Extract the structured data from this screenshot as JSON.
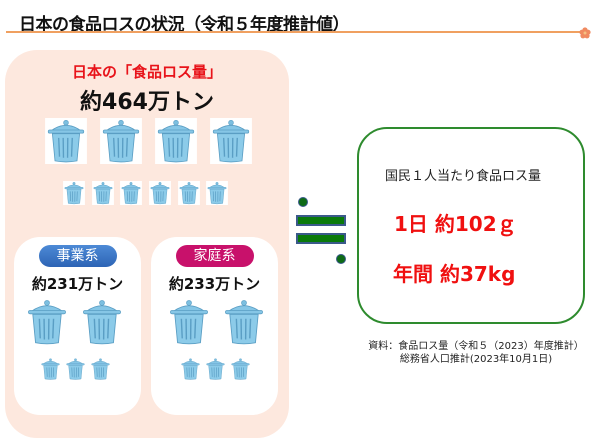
{
  "header": {
    "title": "日本の食品ロスの状況（令和５年度推計値）",
    "accent_color": "#f0a060"
  },
  "total": {
    "heading": "日本の「食品ロス量」",
    "amount": "約464万トン",
    "large_bins": 4,
    "small_bins": 6
  },
  "breakdown": [
    {
      "label": "事業系",
      "amount": "約231万トン",
      "pill_color": "#2d64b5",
      "large_bins": 2,
      "small_bins": 3
    },
    {
      "label": "家庭系",
      "amount": "約233万トン",
      "pill_color": "#c8116b",
      "large_bins": 2,
      "small_bins": 3
    }
  ],
  "per_capita": {
    "label": "国民１人当たり食品ロス量",
    "daily": "1日 約102ｇ",
    "yearly": "年間 約37kg",
    "value_color": "#f01010",
    "border_color": "#2e8b2e"
  },
  "source": {
    "line1": "資料：食品ロス量（令和５（2023）年度推計）",
    "line2": "総務省人口推計(2023年10月1日)"
  },
  "icons": {
    "bin": "trash-can-icon",
    "equals": "approximately-equal-icon",
    "flower": "flower-icon"
  }
}
